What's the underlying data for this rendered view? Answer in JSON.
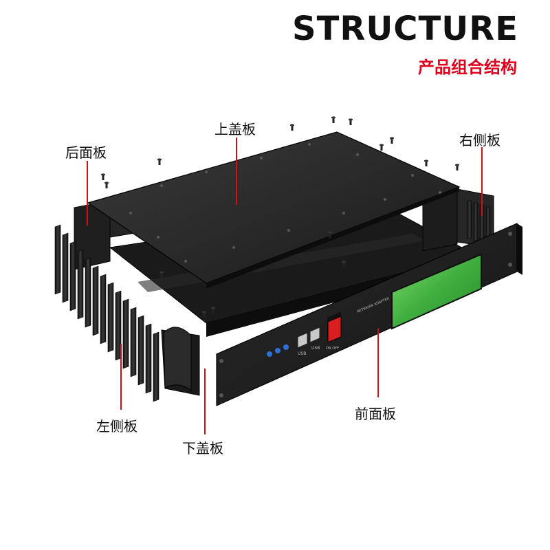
{
  "header": {
    "title": "STRUCTURE",
    "subtitle": "产品组合结构"
  },
  "labels": {
    "top_cover": "上盖板",
    "rear_panel": "后面板",
    "right_side_panel": "右侧板",
    "left_side_panel": "左侧板",
    "bottom_cover": "下盖板",
    "front_panel": "前面板"
  },
  "front_panel_markings": {
    "usb_1": "USB",
    "usb_2": "USB",
    "power": "ON OFF",
    "brand_text": "NETWORK ADAPTER"
  },
  "colors": {
    "accent_red": "#e0001b",
    "metal_dark": "#1e1e1e",
    "lcd_green": "#3fae3f",
    "power_switch": "#d81e1e",
    "button_blue": "#2f6fd6"
  }
}
